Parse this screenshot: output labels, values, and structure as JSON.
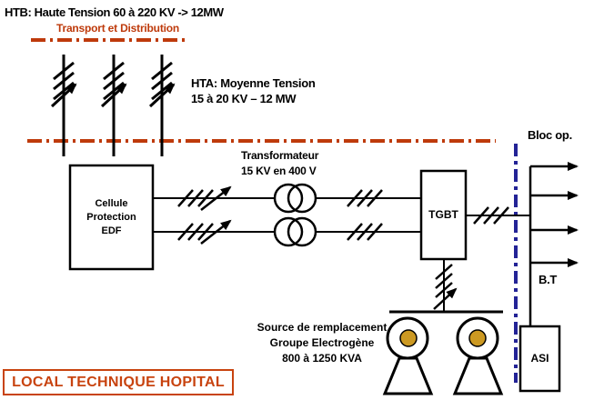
{
  "header": {
    "htb_title": "HTB: Haute Tension 60 à 220 KV -> 12MW",
    "transport_subtitle": "Transport et Distribution"
  },
  "hta": {
    "line1": "HTA: Moyenne Tension",
    "line2": "15 à 20 KV – 12 MW"
  },
  "cellule": {
    "line1": "Cellule",
    "line2": "Protection",
    "line3": "EDF"
  },
  "transformer": {
    "line1": "Transformateur",
    "line2": "15 KV en 400 V"
  },
  "tgbt": {
    "label": "TGBT"
  },
  "distribution": {
    "bloc_op": "Bloc op.",
    "bt": "B.T",
    "asi": "ASI"
  },
  "generator": {
    "line1": "Source de remplacement",
    "line2": "Groupe Electrogène",
    "line3": "800 à 1250 KVA"
  },
  "footer": {
    "local_label": "LOCAL TECHNIQUE HOPITAL"
  },
  "colors": {
    "boundary_red": "#BE3A0B",
    "boundary_blue": "#232396",
    "local_label_red": "#C8430F",
    "generator_dot_gold": "#CC9922",
    "line_black": "#000000",
    "background": "#FFFFFF"
  },
  "symbols": {
    "hv-feeder-icon": "vertical line with triple-slash and arrow",
    "transformer-icon": "two overlapping circles",
    "generator-icon": "circle with gold dot on trapezoid stand",
    "boundary-line-icon": "dash-dot separation line",
    "feeder-arrow-icon": "right-pointing outgoing feeder arrow"
  }
}
